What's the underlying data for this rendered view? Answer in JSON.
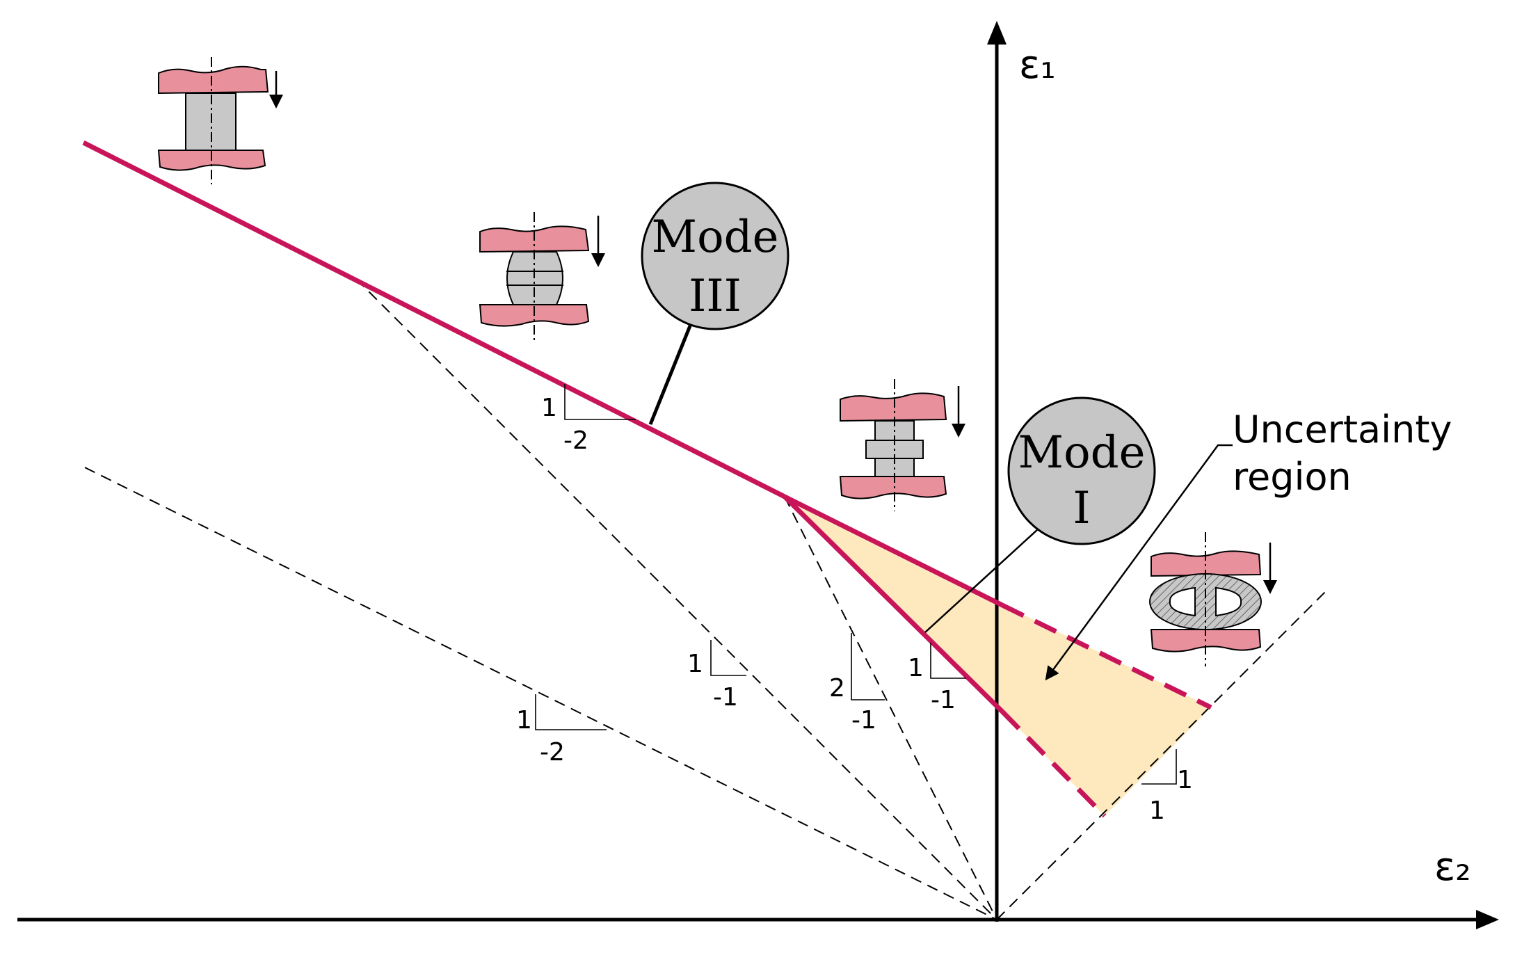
{
  "axes": {
    "y_label": "ε₁",
    "x_label": "ε₂"
  },
  "bubbles": {
    "mode3_line1": "Mode",
    "mode3_line2": "III",
    "mode1_line1": "Mode",
    "mode1_line2": "I"
  },
  "region": {
    "label_line1": "Uncertainty",
    "label_line2": "region"
  },
  "slope_markers": {
    "upper_boundary": {
      "rise": "1",
      "run": "-2"
    },
    "guide_steep_left": {
      "rise": "1",
      "run": "-1"
    },
    "guide_shallow": {
      "rise": "1",
      "run": "-2"
    },
    "guide_steep": {
      "rise": "2",
      "run": "-1"
    },
    "lower_boundary": {
      "rise": "1",
      "run": "-1"
    },
    "diagonal": {
      "rise": "1",
      "run": "1"
    }
  },
  "colors": {
    "boundary_line": "#c8155a",
    "region_fill": "#fde9bd",
    "plate_fill": "#e8909c",
    "rivet_fill": "#c8c8c8",
    "bubble_fill": "#c6c6c6"
  },
  "icons": [
    "straight-rivet-icon",
    "bulged-rivet-icon",
    "stepped-rivet-icon",
    "buckled-rivet-icon"
  ]
}
